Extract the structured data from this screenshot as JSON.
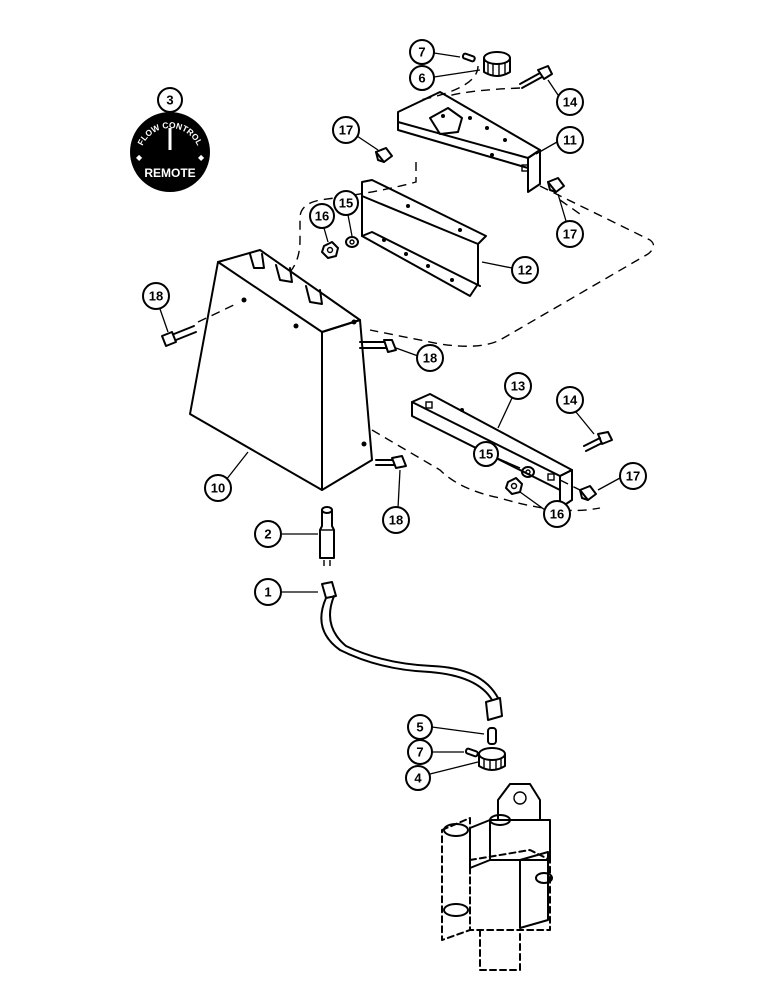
{
  "knob_label": {
    "top_text": "FLOW CONTROL",
    "bottom_text": "REMOTE"
  },
  "callouts": [
    {
      "id": "c1",
      "label": "1"
    },
    {
      "id": "c2",
      "label": "2"
    },
    {
      "id": "c3",
      "label": "3"
    },
    {
      "id": "c4",
      "label": "4"
    },
    {
      "id": "c5",
      "label": "5"
    },
    {
      "id": "c6",
      "label": "6"
    },
    {
      "id": "c7a",
      "label": "7"
    },
    {
      "id": "c7b",
      "label": "7"
    },
    {
      "id": "c10",
      "label": "10"
    },
    {
      "id": "c11",
      "label": "11"
    },
    {
      "id": "c12",
      "label": "12"
    },
    {
      "id": "c13",
      "label": "13"
    },
    {
      "id": "c14a",
      "label": "14"
    },
    {
      "id": "c14b",
      "label": "14"
    },
    {
      "id": "c15a",
      "label": "15"
    },
    {
      "id": "c15b",
      "label": "15"
    },
    {
      "id": "c16a",
      "label": "16"
    },
    {
      "id": "c16b",
      "label": "16"
    },
    {
      "id": "c17a",
      "label": "17"
    },
    {
      "id": "c17b",
      "label": "17"
    },
    {
      "id": "c17c",
      "label": "17"
    },
    {
      "id": "c18a",
      "label": "18"
    },
    {
      "id": "c18b",
      "label": "18"
    },
    {
      "id": "c18c",
      "label": "18"
    }
  ]
}
